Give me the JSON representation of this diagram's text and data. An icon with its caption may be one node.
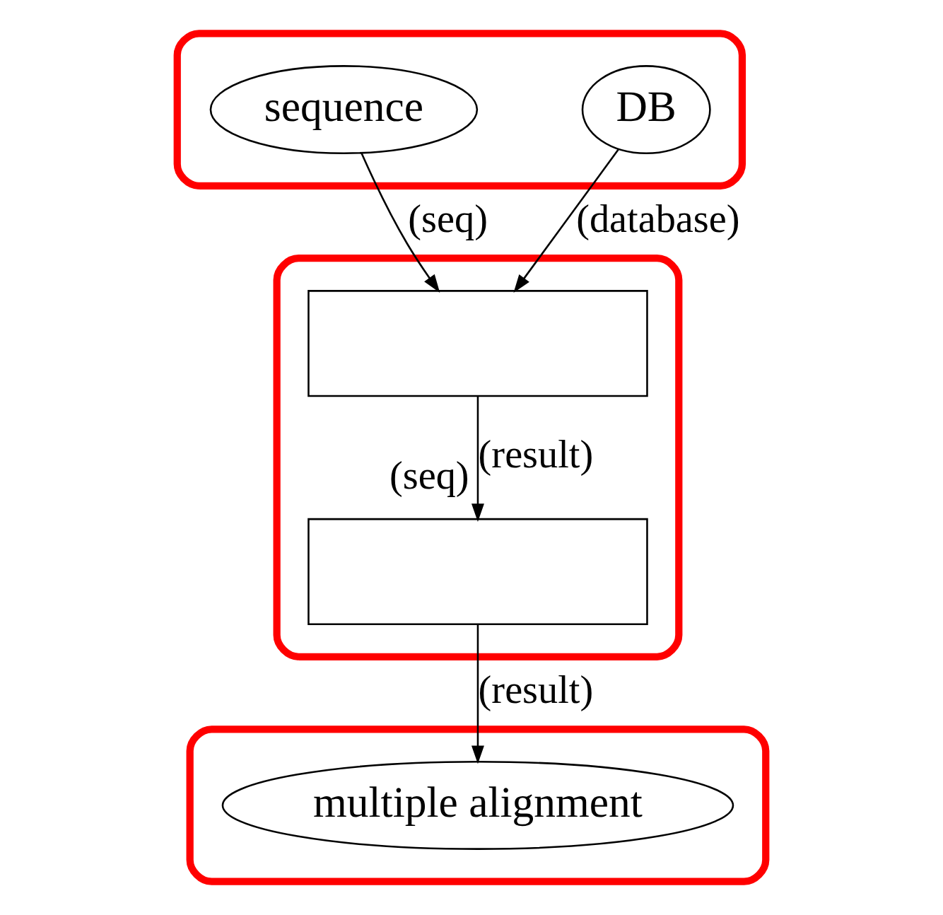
{
  "diagram": {
    "nodes": [
      {
        "text": [],
        "shape": "ellipse"
      },
      {
        "text": [
          "sequence"
        ],
        "in": 0
      },
      {
        "text": [
          "DB"
        ],
        "in": 0
      },
      {
        "text": [],
        "shape": "ellipse"
      },
      {
        "text": [],
        "shape": "box",
        "in": 3
      },
      {
        "text": [],
        "shape": "box",
        "in": 3,
        "beside": [
          "(seq)"
        ]
      },
      {
        "text": [],
        "shape": "ellipse"
      },
      {
        "text": [
          "multiple alignment"
        ],
        "in": 6
      }
    ],
    "edges": [
      {
        "from": 1,
        "to": 4,
        "arrow": "to",
        "label": "(seq)"
      },
      {
        "from": 2,
        "to": 4,
        "arrow": "to",
        "label": "(database)"
      },
      {
        "from": 4,
        "to": 5,
        "arrow": "to",
        "label": "(result)"
      },
      {
        "from": 5,
        "to": 7,
        "arrow": "to",
        "label": "(result)"
      }
    ]
  }
}
